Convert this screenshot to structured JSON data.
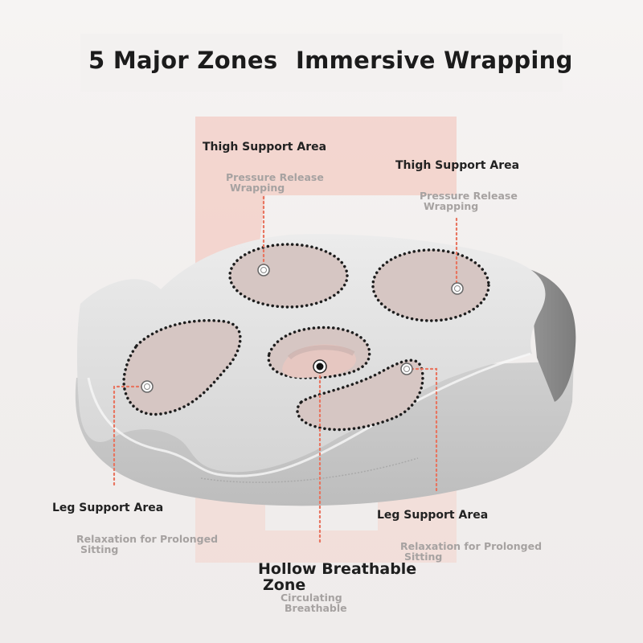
{
  "heading": {
    "left": "5 Major Zones",
    "right": "Immersive Wrapping"
  },
  "zones": {
    "thigh_left": {
      "title": "Thigh Support Area",
      "subtitle_line1": "Pressure Release",
      "subtitle_line2": "Wrapping"
    },
    "thigh_right": {
      "title": "Thigh Support Area",
      "subtitle_line1": "Pressure Release",
      "subtitle_line2": "Wrapping"
    },
    "leg_left": {
      "title": "Leg Support Area",
      "subtitle_line1": "Relaxation for Prolonged",
      "subtitle_line2": "Sitting"
    },
    "leg_right": {
      "title": "Leg Support Area",
      "subtitle_line1": "Relaxation for Prolonged",
      "subtitle_line2": "Sitting"
    },
    "hollow": {
      "title_line1": "Hollow Breathable",
      "title_line2": "Zone",
      "subtitle_line1": "Circulating",
      "subtitle_line2": "Breathable"
    }
  },
  "colors": {
    "accent_number": "#f3c9c0",
    "leader_line": "#e87060",
    "cushion": "#dcdcdc",
    "zone_fill": "#d8c7c4"
  }
}
